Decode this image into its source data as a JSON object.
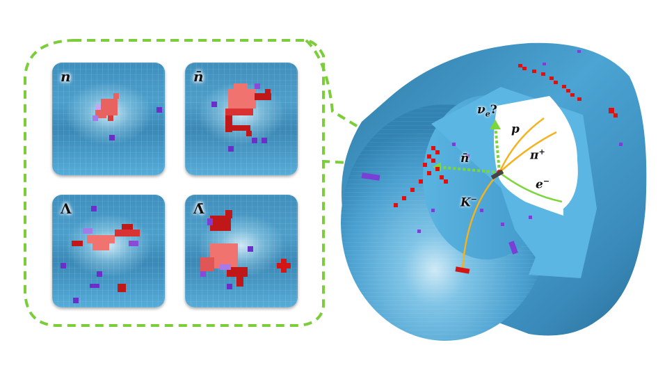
{
  "figure": {
    "description": "Detector event display with zoomed-in calorimeter cluster insets",
    "colors": {
      "callout_dash": "#7ccd3a",
      "detector_blue": "#4aa3d4",
      "hit_red": "#d41515",
      "hit_purple": "#7b3fd6",
      "track_orange": "#f5b21c",
      "track_green": "#7cd63a"
    }
  },
  "insets": {
    "panels": [
      {
        "id": "n",
        "label": "n",
        "particle": "neutron"
      },
      {
        "id": "nbar",
        "label": "n̄",
        "particle": "anti-neutron"
      },
      {
        "id": "lambda",
        "label": "Λ",
        "particle": "Lambda"
      },
      {
        "id": "lambdabar",
        "label": "Λ̄",
        "particle": "anti-Lambda"
      }
    ]
  },
  "detector": {
    "labels": {
      "nu": "ν",
      "nu_sub": "e",
      "nu_q": "?",
      "p": "p",
      "pi": "π",
      "pi_sup": "+",
      "e": "e",
      "e_sup": "−",
      "k": "K",
      "k_sup": "−",
      "nbar": "n̄"
    }
  }
}
